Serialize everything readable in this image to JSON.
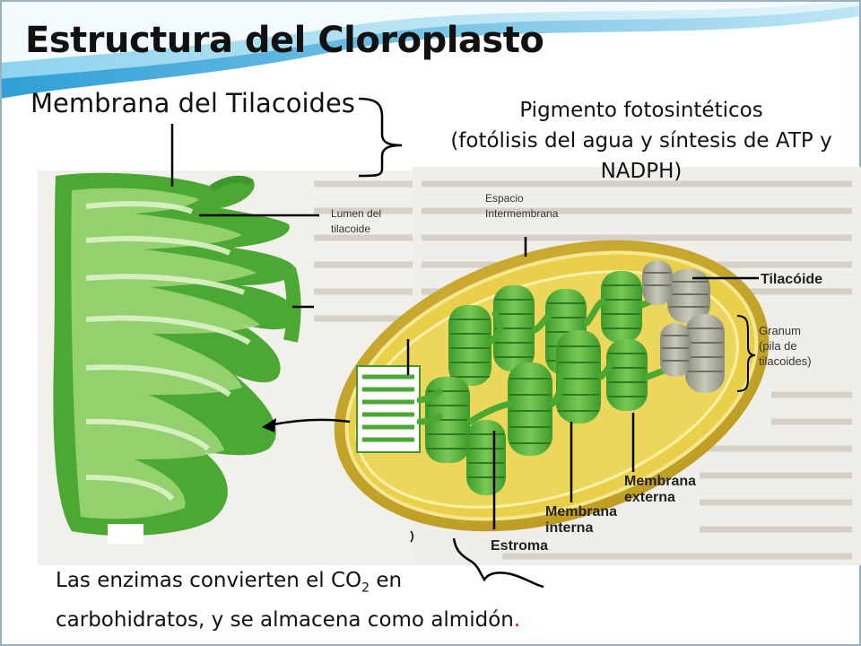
{
  "slide": {
    "title": "Estructura del Cloroplasto",
    "membrane_heading": "Membrana del Tilacoides",
    "pigment_lines": [
      "Pigmento fotosintéticos",
      "(fotólisis del agua y síntesis de ATP y",
      "NADPH)"
    ],
    "enzyme_text": {
      "line1_before": "Las enzimas convierten el CO",
      "line1_sub": "2",
      "line1_after": " en",
      "line2": "carbohidratos, y se almacena como almidón",
      "line2_end": "."
    }
  },
  "diagram_labels": {
    "lumen": [
      "Lumen del",
      "tilacoide"
    ],
    "intermembrane": [
      "Espacio",
      "Intermembrana"
    ],
    "thylakoid": "Tilacóide",
    "granum": [
      "Granum",
      "(pila de",
      "tilacoides)"
    ],
    "outer_membrane": [
      "Membrana",
      "externa"
    ],
    "inner_membrane": [
      "Membrana",
      "interna"
    ],
    "stroma": "Estroma"
  },
  "colors": {
    "thylakoid_green": "#5cb83c",
    "envelope_yellow": "#e3c53a",
    "title_wave_blue": "#6fc3e6"
  }
}
